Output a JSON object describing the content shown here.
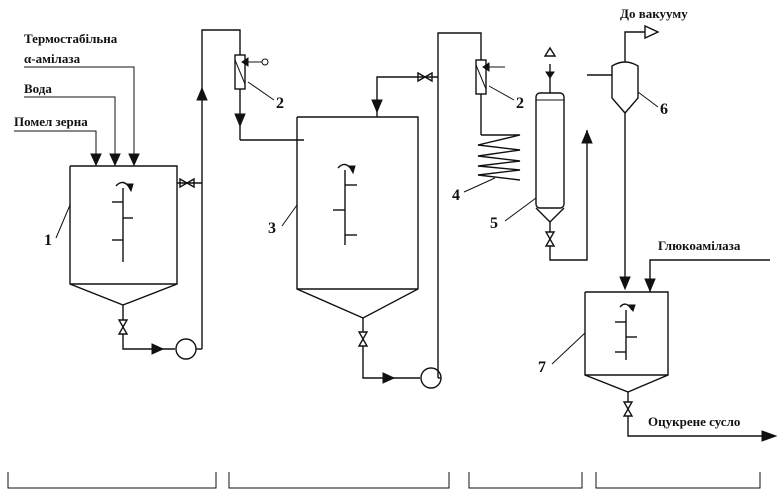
{
  "labels": {
    "input_enzyme": [
      "Термостабільна",
      "α-амілаза"
    ],
    "input_water": "Вода",
    "input_grain": "Помел зерна",
    "to_vacuum": "До вакууму",
    "glucoamylase": "Глюкоамілаза",
    "output": "Оцукрене сусло"
  },
  "numbers": {
    "n1": "1",
    "n2a": "2",
    "n2b": "2",
    "n3": "3",
    "n4": "4",
    "n5": "5",
    "n6": "6",
    "n7": "7"
  }
}
